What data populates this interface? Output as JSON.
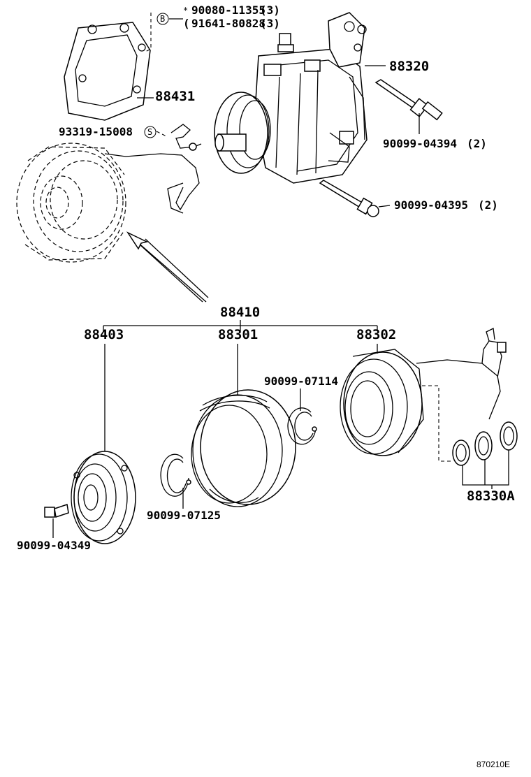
{
  "diagram": {
    "callouts": {
      "p90080": "90080-11355",
      "p90080_qty": "(3)",
      "p91641": "91641-80828",
      "p91641_qty": "(3)",
      "marker_b": "B",
      "p88320": "88320",
      "p88431": "88431",
      "p93319": "93319-15008",
      "marker_s": "S",
      "p90099_04394": "90099-04394",
      "p90099_04394_qty": "(2)",
      "p90099_04395": "90099-04395",
      "p90099_04395_qty": "(2)",
      "p88410": "88410",
      "p88403": "88403",
      "p88301": "88301",
      "p88302": "88302",
      "p90099_07114": "90099-07114",
      "p90099_07125": "90099-07125",
      "p90099_04349": "90099-04349",
      "p88330A": "88330A"
    },
    "catalog_code": "870210E"
  }
}
